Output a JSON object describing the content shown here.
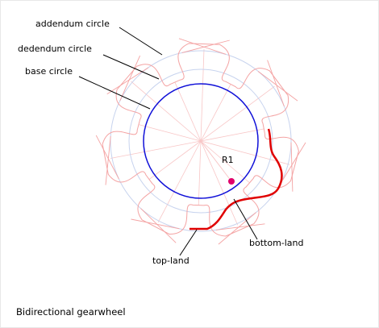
{
  "caption": "Bidirectional gearwheel",
  "labels": {
    "addendum": "addendum circle",
    "dedendum": "dedendum circle",
    "base": "base circle",
    "r1": "R1",
    "top_land": "top-land",
    "bottom_land": "bottom-land"
  },
  "colors": {
    "outline": "#f4a3a3",
    "guide_circle": "#c7d3ee",
    "base_circle": "#1010d8",
    "highlight": "#e00000",
    "spoke": "#f8c6c6",
    "marker": "#e0006a",
    "leader": "#000000"
  }
}
